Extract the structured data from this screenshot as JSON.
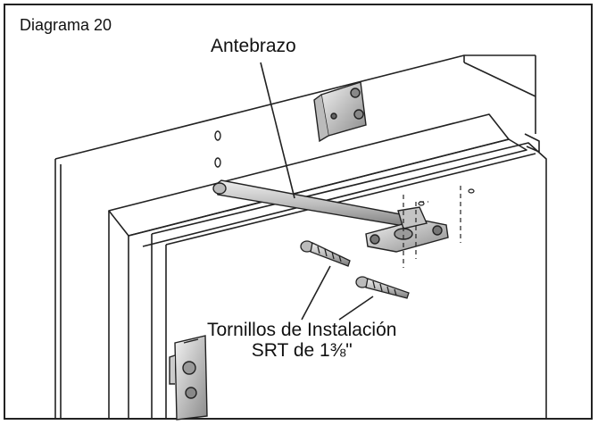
{
  "diagram": {
    "title": "Diagrama 20",
    "labels": {
      "forearm": "Antebrazo",
      "screws_line1": "Tornillos de Instalación",
      "screws_line2": "SRT de 1⅜\""
    }
  },
  "colors": {
    "line": "#222222",
    "metal_light": "#d9d9d9",
    "metal_mid": "#9a9a9a",
    "metal_dark": "#555555"
  }
}
